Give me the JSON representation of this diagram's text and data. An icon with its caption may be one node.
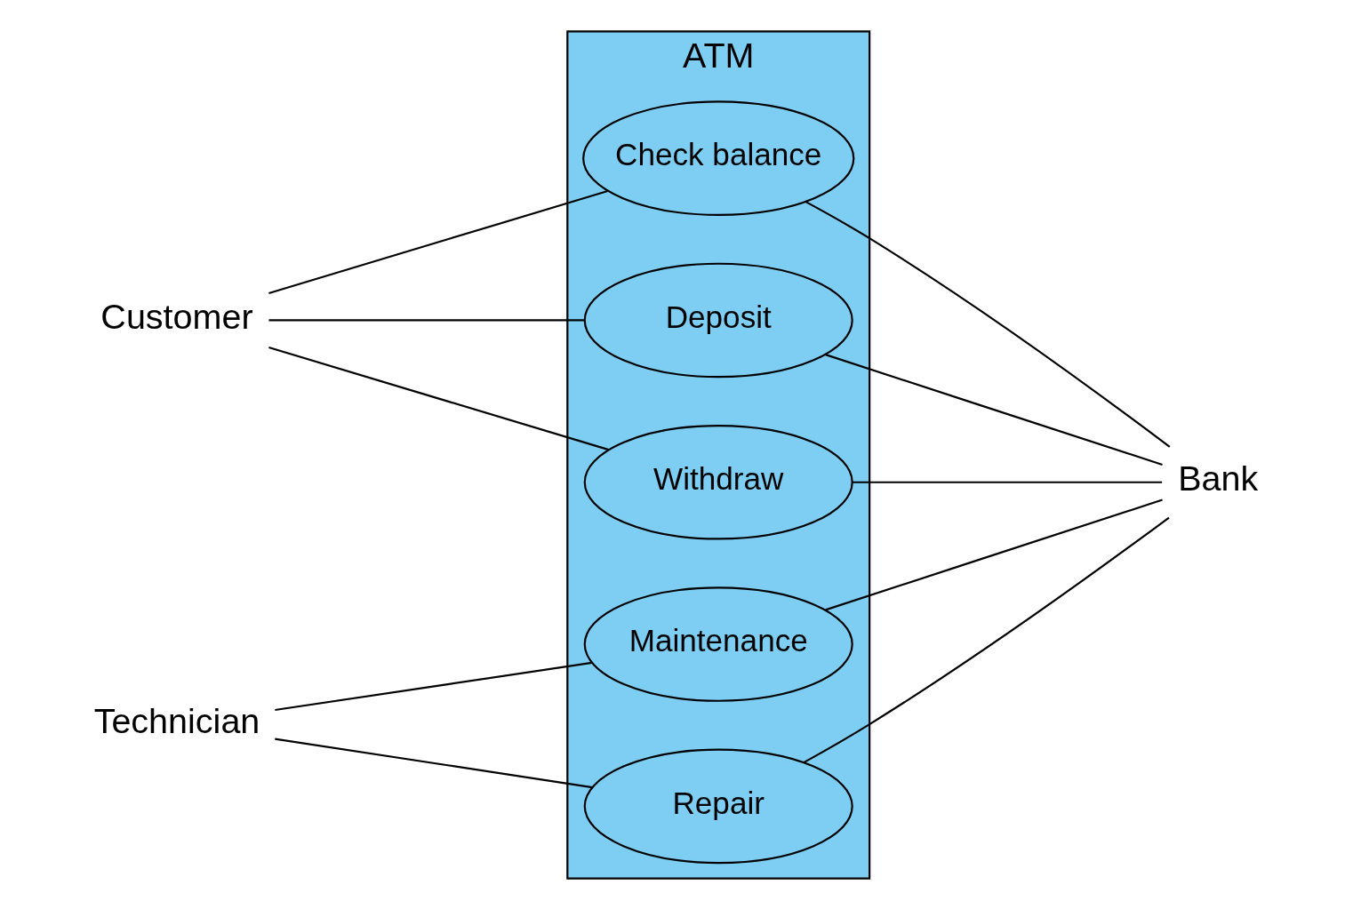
{
  "diagram": {
    "nodes": [
      {
        "text": [
          "Customer"
        ]
      },
      {
        "text": [
          "Technician"
        ]
      },
      {
        "text": [
          "ATM"
        ]
      },
      {
        "text": [
          "Check balance"
        ],
        "in": 2
      },
      {
        "text": [
          "Deposit"
        ],
        "in": 2
      },
      {
        "text": [
          "Withdraw"
        ],
        "in": 2
      },
      {
        "text": [
          "Maintenance"
        ],
        "in": 2
      },
      {
        "text": [
          "Repair"
        ],
        "in": 2
      },
      {
        "text": [
          "Bank"
        ]
      }
    ],
    "edges": [
      {
        "from": 0,
        "to": 3,
        "arrow": "none"
      },
      {
        "from": 0,
        "to": 4,
        "arrow": "none"
      },
      {
        "from": 0,
        "to": 5,
        "arrow": "none"
      },
      {
        "from": 1,
        "to": 6,
        "arrow": "none"
      },
      {
        "from": 1,
        "to": 7,
        "arrow": "none"
      },
      {
        "from": 3,
        "to": 8,
        "arrow": "none"
      },
      {
        "from": 4,
        "to": 8,
        "arrow": "none"
      },
      {
        "from": 5,
        "to": 8,
        "arrow": "none"
      },
      {
        "from": 6,
        "to": 8,
        "arrow": "none"
      },
      {
        "from": 7,
        "to": 8,
        "arrow": "none"
      }
    ]
  }
}
